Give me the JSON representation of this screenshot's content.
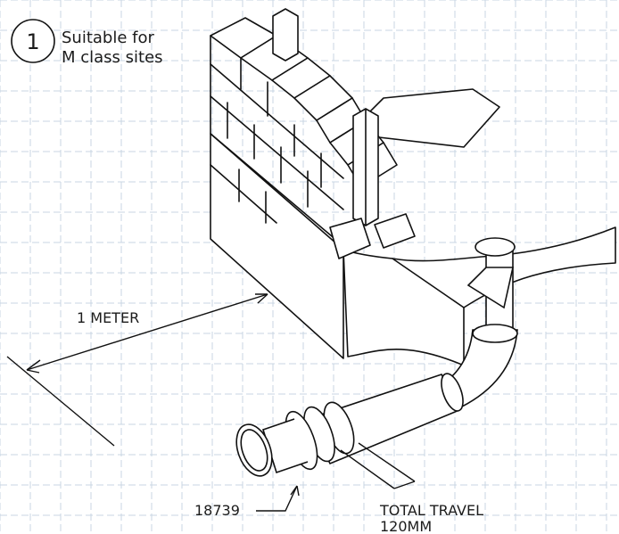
{
  "badge": {
    "number": "1"
  },
  "note": {
    "line1": "Suitable for",
    "line2": "M class sites"
  },
  "labels": {
    "length": "1 METER",
    "part_number": "18739",
    "travel_line1": "TOTAL TRAVEL",
    "travel_line2": "120MM"
  },
  "colors": {
    "ink": "#111111",
    "grid": "#c9d6e3",
    "paper": "#ffffff"
  }
}
